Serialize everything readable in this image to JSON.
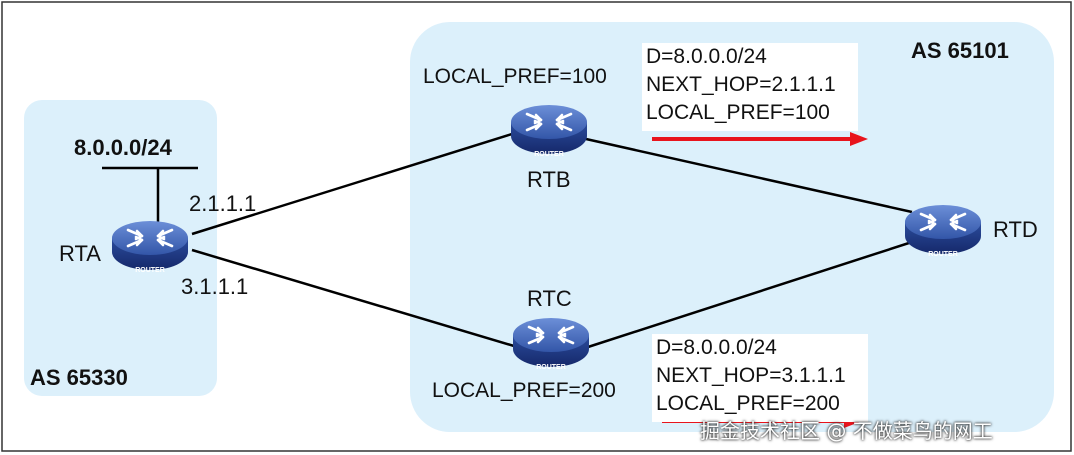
{
  "as_left": {
    "label": "AS 65330"
  },
  "as_right": {
    "label": "AS 65101"
  },
  "prefix": "8.0.0.0/24",
  "routers": {
    "rta": {
      "name": "RTA",
      "badge": "ROUTER"
    },
    "rtb": {
      "name": "RTB",
      "badge": "ROUTER",
      "local_pref": "LOCAL_PREF=100"
    },
    "rtc": {
      "name": "RTC",
      "badge": "ROUTER",
      "local_pref": "LOCAL_PREF=200"
    },
    "rtd": {
      "name": "RTD",
      "badge": "ROUTER"
    }
  },
  "links": {
    "rta_rtb_ip": "2.1.1.1",
    "rta_rtc_ip": "3.1.1.1"
  },
  "update_top": {
    "lines": [
      "D=8.0.0.0/24",
      "NEXT_HOP=2.1.1.1",
      "LOCAL_PREF=100"
    ]
  },
  "update_bottom": {
    "lines": [
      "D=8.0.0.0/24",
      "NEXT_HOP=3.1.1.1",
      "LOCAL_PREF=200"
    ]
  },
  "watermark": "掘金技术社区 @ 不做菜鸟的网工",
  "colors": {
    "as_fill": "#dcf0fb",
    "router": "#2e4fa3",
    "arrow": "#e8141c",
    "link": "#000000"
  }
}
